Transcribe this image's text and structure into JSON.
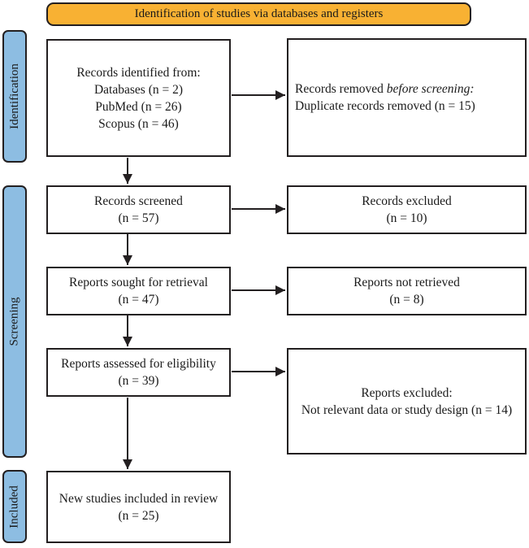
{
  "banner": {
    "label": "Identification of studies via databases and registers"
  },
  "colors": {
    "banner_bg": "#F8B133",
    "stage_bg": "#8DBDE2",
    "line": "#231F20"
  },
  "stages": {
    "identification": "Identification",
    "screening": "Screening",
    "included": "Included"
  },
  "boxes": {
    "records_identified": {
      "lines": [
        "Records identified from:",
        "Databases (n = 2)",
        "PubMed (n = 26)",
        "Scopus (n = 46)"
      ]
    },
    "records_removed": {
      "prefix": "Records removed ",
      "italic": "before screening:",
      "line2": "Duplicate records removed (n = 15)"
    },
    "records_screened": {
      "lines": [
        "Records screened",
        "(n = 57)"
      ]
    },
    "records_excluded": {
      "lines": [
        "Records excluded",
        "(n = 10)"
      ]
    },
    "reports_sought": {
      "lines": [
        "Reports sought for retrieval",
        "(n = 47)"
      ]
    },
    "reports_not_retrieved": {
      "lines": [
        "Reports not retrieved",
        "(n = 8)"
      ]
    },
    "reports_assessed": {
      "lines": [
        "Reports assessed for eligibility",
        "(n = 39)"
      ]
    },
    "reports_excluded": {
      "lines": [
        "Reports excluded:",
        "Not relevant data or study design (n = 14)"
      ]
    },
    "new_studies": {
      "lines": [
        "New studies included in review",
        "(n = 25)"
      ]
    }
  }
}
